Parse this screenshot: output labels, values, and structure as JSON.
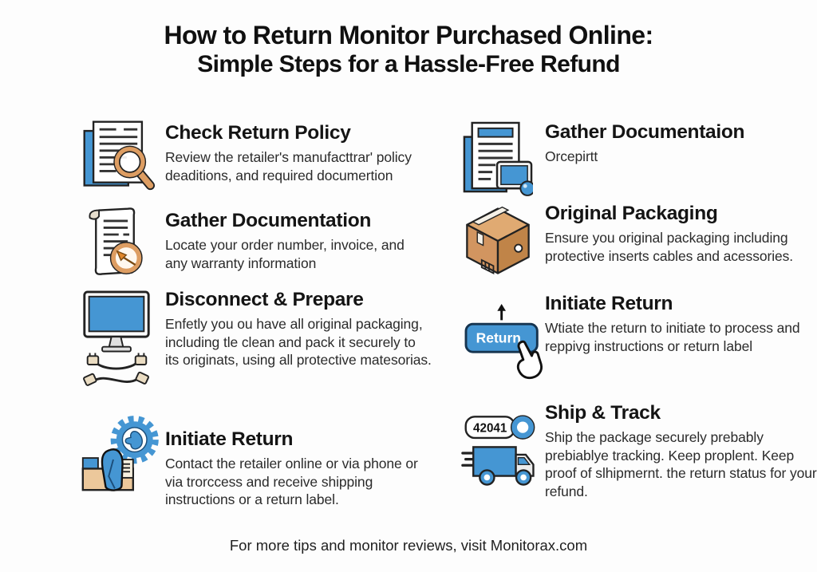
{
  "colors": {
    "accent_blue": "#4596d3",
    "accent_orange": "#dd9d62",
    "box_brown": "#d29560",
    "text_dark": "#141414",
    "background": "#fdfdfd"
  },
  "title": {
    "line1": "How to Return Monitor Purchased Online:",
    "line2": "Simple Steps for a Hassle-Free Refund"
  },
  "sections": [
    {
      "title": "Check Return Policy",
      "desc": "Review the retailer's manufacttrar' policy deaditions, and required documertion",
      "icon": "document-magnifier-icon"
    },
    {
      "title": "Gather Documentation",
      "desc": "Locate your order number, invoice, and any warranty information",
      "icon": "receipt-target-icon"
    },
    {
      "title": "Disconnect & Prepare",
      "desc": "Enfetly you ou have all original packaging, including tle clean and pack it securely to its originats, using all protective matesorias.",
      "icon": "monitor-cables-icon"
    },
    {
      "title": "Initiate Return",
      "desc": "Contact the retailer online or via phone or via trorccess and receive shipping instructions or a return label.",
      "icon": "gear-package-icon"
    },
    {
      "title": "Gather Documentaion",
      "desc": "Orcepirtt",
      "icon": "document-tablet-icon"
    },
    {
      "title": "Original Packaging",
      "desc": "Ensure you original packaging including protective inserts cables and acessories.",
      "icon": "cardboard-box-icon"
    },
    {
      "title": "Initiate Return",
      "desc": "Wtiate the return to initiate to process and reppivg instructions or return label",
      "icon": "return-button-icon",
      "button_label": "Return"
    },
    {
      "title": "Ship & Track",
      "desc": "Ship the package securely prebably prebiablye tracking. Keep proplent. Keep proof of slhipmernt. the return status for your refund.",
      "icon": "shipping-truck-icon",
      "tag_number": "42041"
    }
  ],
  "footer": {
    "text": "For more tips and monitor reviews, visit Monitorax.com"
  }
}
